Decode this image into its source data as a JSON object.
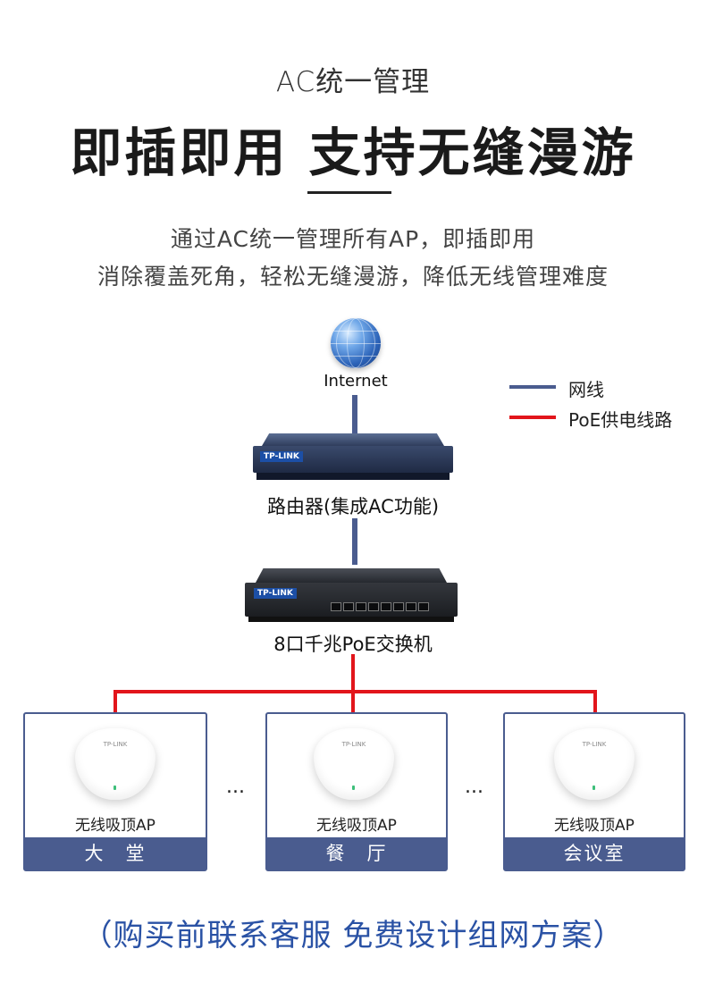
{
  "header": {
    "subtitle": "AC统一管理",
    "headline": "即插即用  支持无缝漫游",
    "desc_line1": "通过AC统一管理所有AP，即插即用",
    "desc_line2": "消除覆盖死角，轻松无缝漫游，降低无线管理难度"
  },
  "legend": [
    {
      "label": "网线",
      "color": "#4a5c8f"
    },
    {
      "label": "PoE供电线路",
      "color": "#e2151b"
    }
  ],
  "nodes": {
    "internet_label": "Internet",
    "router_label": "路由器(集成AC功能)",
    "router_brand": "TP-LINK",
    "switch_label": "8口千兆PoE交换机",
    "switch_brand": "TP-LINK"
  },
  "rooms": [
    {
      "ap_label": "无线吸顶AP",
      "name": "大　堂",
      "ap_brand": "TP-LINK"
    },
    {
      "ap_label": "无线吸顶AP",
      "name": "餐　厅",
      "ap_brand": "TP-LINK"
    },
    {
      "ap_label": "无线吸顶AP",
      "name": "会议室",
      "ap_brand": "TP-LINK"
    }
  ],
  "ellipsis": "...",
  "footer": "（购买前联系客服 免费设计组网方案）"
}
